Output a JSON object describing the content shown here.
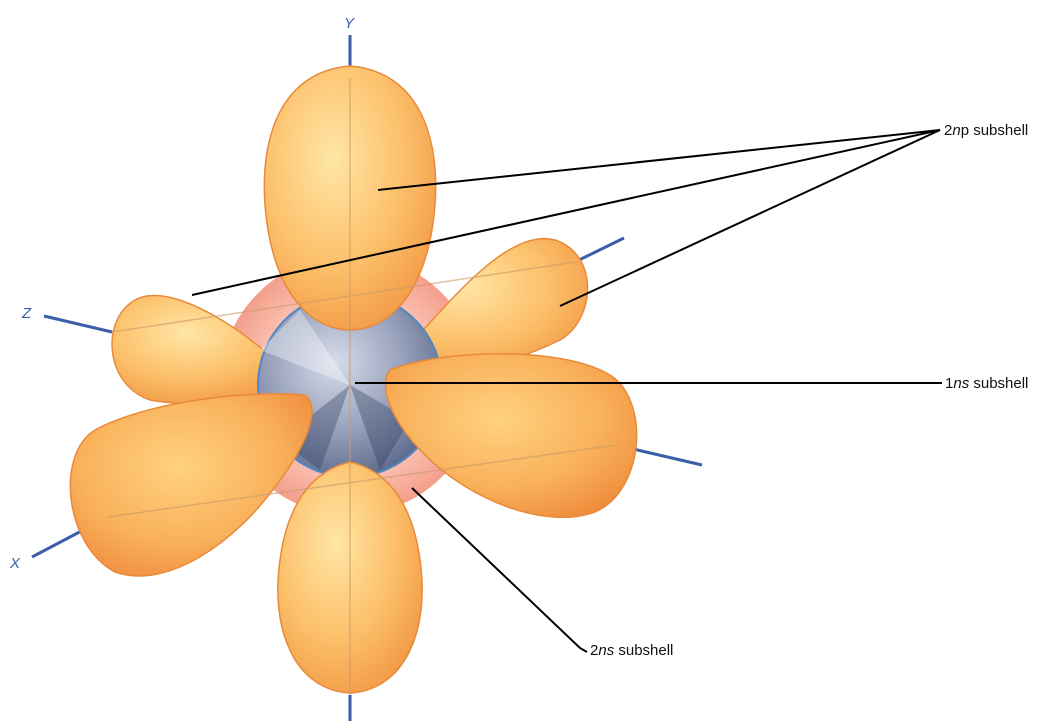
{
  "axes": {
    "y": "Y",
    "z": "Z",
    "x": "X"
  },
  "labels": {
    "p": {
      "prefix": "2",
      "italic": "n",
      "mid": "p",
      "suffix": " subshell"
    },
    "s1": {
      "prefix": "1",
      "italic": "n",
      "mid": "s",
      "suffix": " subshell"
    },
    "s2": {
      "prefix": "2",
      "italic": "n",
      "mid": "s",
      "suffix": " subshell"
    }
  },
  "colors": {
    "axis": "#3a5fa8",
    "lobe_light": "#ffd98a",
    "lobe_dark": "#f5a24a",
    "lobe_edge": "#e88a3a",
    "shell_2s": "#f4a08c",
    "core_1s": "#8d97b3",
    "leader": "#000000"
  }
}
